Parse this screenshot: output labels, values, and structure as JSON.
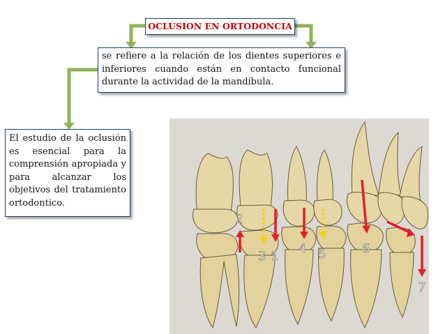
{
  "title": "OCLUSION EN ORTODONCIA",
  "definition": "se refiere a la relación de los dientes superiores e inferiores cuando están en contacto funcional durante la actividad de la mandíbula.",
  "study_note": "El estudio de la oclusión es esencial para la comprensión apropiada y para alcanzar los objetivos del tratamiento ortodontico.",
  "teeth_figure": {
    "labels": [
      "2",
      "3",
      "1",
      "4",
      "5",
      "6",
      "7"
    ]
  },
  "colors": {
    "title_text": "#c00000",
    "connector": "#8fb35a",
    "box_border": "#1f3a5f",
    "arrow_red": "#e0202a",
    "arrow_yellow": "#f2d21a",
    "figure_bg": "#dcd9d3"
  }
}
